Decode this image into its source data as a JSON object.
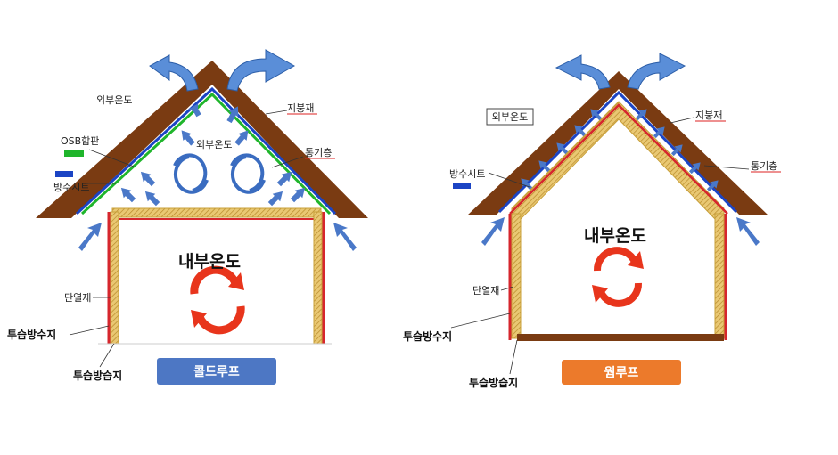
{
  "colors": {
    "roof": "#7a3b12",
    "wall": "#7a3b12",
    "insulation": "#d8b24a",
    "vapor_line": "#d6262d",
    "osb": "#1fb52b",
    "waterproof_sheet": "#1b44c4",
    "vent_arrow": "#4a78c8",
    "air_arrow": "#5a8ed8",
    "circulation_outer": "#e8351c",
    "cold_roof_button": "#4d77c4",
    "warm_roof_button": "#ec7a2b"
  },
  "cold_roof": {
    "outside_temp_top": "외부온도",
    "roofing_label": "지붕재",
    "osb_label": "OSB합판",
    "outside_temp_attic": "외부온도",
    "vent_layer_label": "통기층",
    "waterproof_label": "방수시트",
    "inside_temp": "내부온도",
    "insulation_label": "단열재",
    "breathable_membrane_label": "투습방수지",
    "vapor_membrane_label": "투습방습지",
    "button_label": "콜드루프"
  },
  "warm_roof": {
    "outside_temp": "외부온도",
    "roofing_label": "지붕재",
    "waterproof_label": "방수시트",
    "vent_layer_label": "통기층",
    "inside_temp": "내부온도",
    "insulation_label": "단열재",
    "breathable_membrane_label": "투습방수지",
    "vapor_membrane_label": "투습방습지",
    "button_label": "웜루프"
  },
  "icons": [
    "big-vent-arrow-icon",
    "small-vent-arrow-icon",
    "air-inflow-arrow-icon",
    "circulation-icon"
  ]
}
